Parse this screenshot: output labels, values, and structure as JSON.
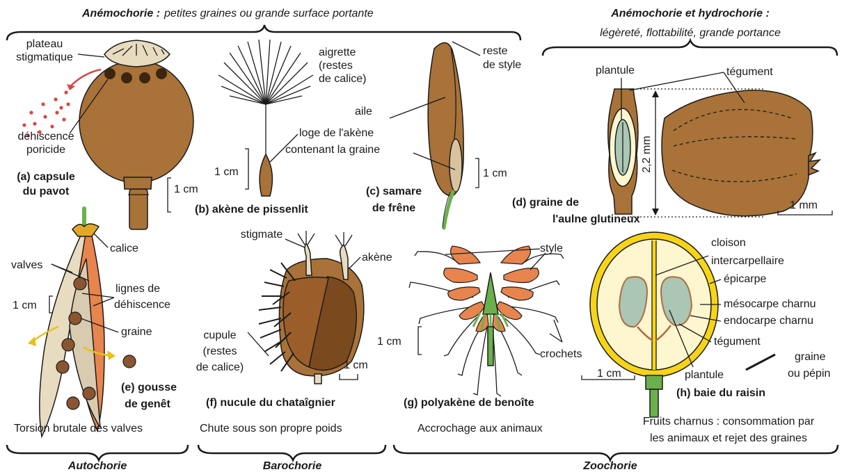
{
  "headers": {
    "top_left_category": "Anémochorie :",
    "top_left_desc": "petites graines ou grande surface portante",
    "top_right_category": "Anémochorie et hydrochorie :",
    "top_right_desc": "légèreté, flottabilité, grande portance",
    "bottom_autochorie": "Autochorie",
    "bottom_barochorie": "Barochorie",
    "bottom_zoochorie": "Zoochorie"
  },
  "mechanisms": {
    "autochorie": "Torsion brutale des valves",
    "barochorie": "Chute sous son propre poids",
    "zoochorie_g": "Accrochage aux animaux",
    "zoochorie_h_line1": "Fruits charnus : consommation par",
    "zoochorie_h_line2": "les animaux et rejet des graines"
  },
  "panel_a": {
    "title_line1": "(a) capsule",
    "title_line2": "du pavot",
    "labels": {
      "plateau_1": "plateau",
      "plateau_2": "stigmatique",
      "dehiscence_1": "déhiscence",
      "dehiscence_2": "poricide"
    },
    "scale": "1 cm"
  },
  "panel_b": {
    "title": "(b) akène de pissenlit",
    "labels": {
      "aigrette_1": "aigrette",
      "aigrette_2": "(restes",
      "aigrette_3": "de calice)",
      "loge_1": "loge de l'akène",
      "loge_2": "contenant la graine"
    },
    "scale": "1 cm"
  },
  "panel_c": {
    "title_line1": "(c) samare",
    "title_line2": "de frêne",
    "labels": {
      "reste_1": "reste",
      "reste_2": "de style",
      "aile": "aile"
    },
    "scale": "1 cm"
  },
  "panel_d": {
    "title_line1": "(d) graine de",
    "title_line2": "l'aulne glutineux",
    "labels": {
      "plantule": "plantule",
      "tegument": "tégument",
      "dimension": "2,2 mm"
    },
    "scale": "1 mm"
  },
  "panel_e": {
    "title_line1": "(e) gousse",
    "title_line2": "de genêt",
    "labels": {
      "calice": "calice",
      "valves": "valves",
      "lignes_1": "lignes de",
      "lignes_2": "déhiscence",
      "graine": "graine"
    },
    "scale": "1 cm"
  },
  "panel_f": {
    "title": "(f) nucule du chataîgnier",
    "labels": {
      "stigmate": "stigmate",
      "akene": "akène",
      "cupule_1": "cupule",
      "cupule_2": "(restes",
      "cupule_3": "de calice)"
    },
    "scale": "1 cm"
  },
  "panel_g": {
    "title": "(g) polyakène de benoîte",
    "labels": {
      "style": "style",
      "crochets": "crochets"
    },
    "scale": "1 cm"
  },
  "panel_h": {
    "title": "(h) baie du raisin",
    "labels": {
      "cloison_1": "cloison",
      "cloison_2": "intercarpellaire",
      "epicarpe": "épicarpe",
      "mesocarpe": "mésocarpe charnu",
      "endocarpe": "endocarpe charnu",
      "tegument": "tégument",
      "plantule": "plantule",
      "graine_1": "graine",
      "graine_2": "ou pépin"
    },
    "scale": "1 cm"
  },
  "colors": {
    "brown": "#a87238",
    "dark_brown": "#7a4a1e",
    "light_beige": "#e8dcc0",
    "orange": "#e8844e",
    "green": "#6ab04c",
    "grape_yellow": "#f7d417",
    "grape_flesh": "#fdf6cf",
    "seed_green": "#a9c7b4",
    "seed_dot_red": "#d94545"
  }
}
